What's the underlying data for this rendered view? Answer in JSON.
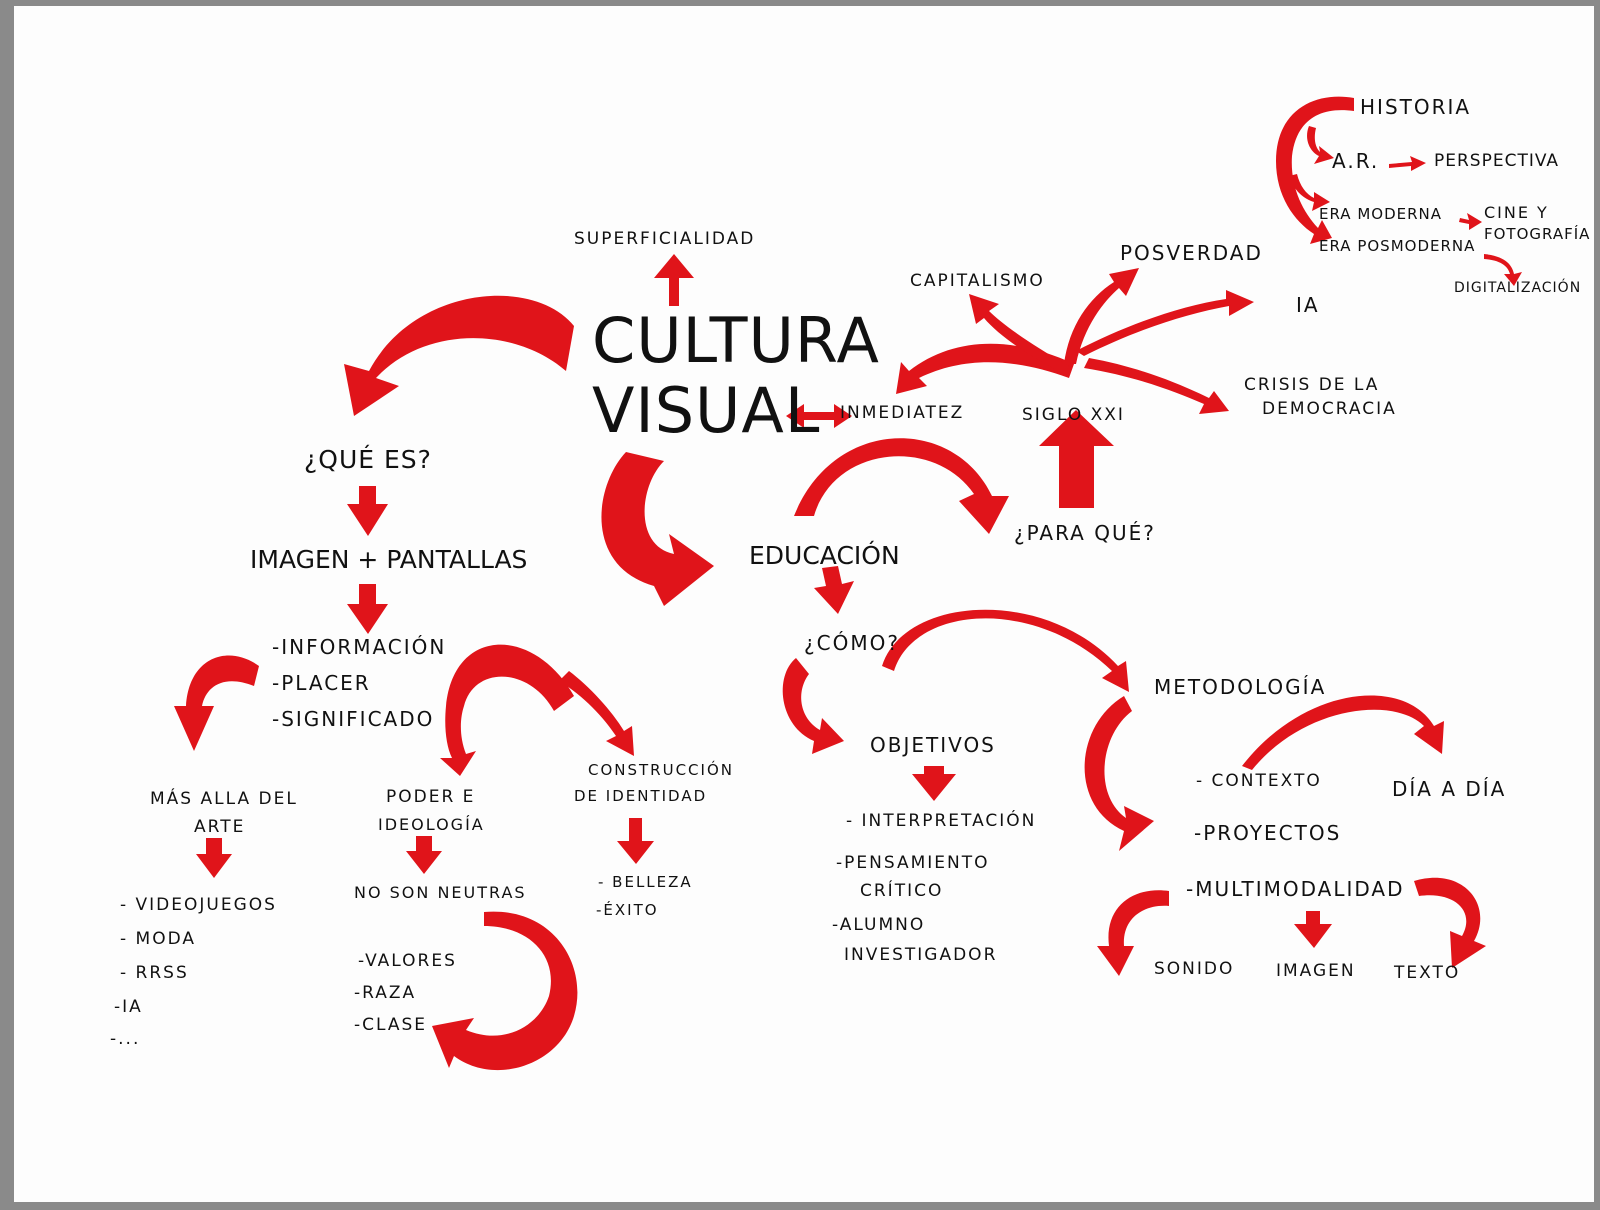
{
  "center": {
    "line1": "CULTURA",
    "line2": "VISUAL"
  },
  "top": {
    "superficialidad": "SUPERFICIALIDAD",
    "inmediatez": "INMEDIATEZ",
    "siglo": "SIGLO XXI",
    "capitalismo": "CAPITALISMO",
    "posverdad": "POSVERDAD",
    "ia": "IA",
    "crisis1": "CRISIS DE LA",
    "crisis2": "DEMOCRACIA",
    "para_que": "¿PARA QUÉ?"
  },
  "history": {
    "historia": "HISTORIA",
    "ar": "A.R.",
    "perspectiva": "PERSPECTIVA",
    "era_moderna": "ERA MODERNA",
    "cine1": "CINE Y",
    "cine2": "FOTOGRAFÍA",
    "era_posmoderna": "ERA POSMODERNA",
    "digitalizacion": "DIGITALIZACIÓN"
  },
  "left": {
    "que_es": "¿QUÉ ES?",
    "imagen": "IMAGEN + PANTALLAS",
    "informacion": "-INFORMACIÓN",
    "placer": "-PLACER",
    "significado": "-SIGNIFICADO",
    "mas_alla1": "MÁS ALLA DEL",
    "mas_alla2": "ARTE",
    "videojuegos": "- VIDEOJUEGOS",
    "moda": "- MODA",
    "rrss": "- RRSS",
    "ia": "-IA",
    "etc": "-...",
    "poder1": "PODER E",
    "poder2": "IDEOLOGÍA",
    "neutras": "NO SON NEUTRAS",
    "valores": "-VALORES",
    "raza": "-RAZA",
    "clase": "-CLASE",
    "construccion1": "CONSTRUCCIÓN",
    "construccion2": "DE IDENTIDAD",
    "belleza": "- BELLEZA",
    "exito": "-ÉXITO"
  },
  "edu": {
    "educacion": "EDUCACIÓN",
    "como": "¿CÓMO?",
    "objetivos": "OBJETIVOS",
    "interpretacion": "- INTERPRETACIÓN",
    "pensamiento1": "-PENSAMIENTO",
    "pensamiento2": "CRÍTICO",
    "alumno1": "-ALUMNO",
    "alumno2": "INVESTIGADOR",
    "metodologia": "METODOLOGÍA",
    "contexto": "- CONTEXTO",
    "dia": "DÍA A DÍA",
    "proyectos": "-PROYECTOS",
    "multimodalidad": "-MULTIMODALIDAD",
    "sonido": "SONIDO",
    "imagen": "IMAGEN",
    "texto": "TEXTO"
  },
  "colors": {
    "arrow": "#e0141a",
    "ink": "#111111",
    "paper": "#fdfdfd"
  }
}
